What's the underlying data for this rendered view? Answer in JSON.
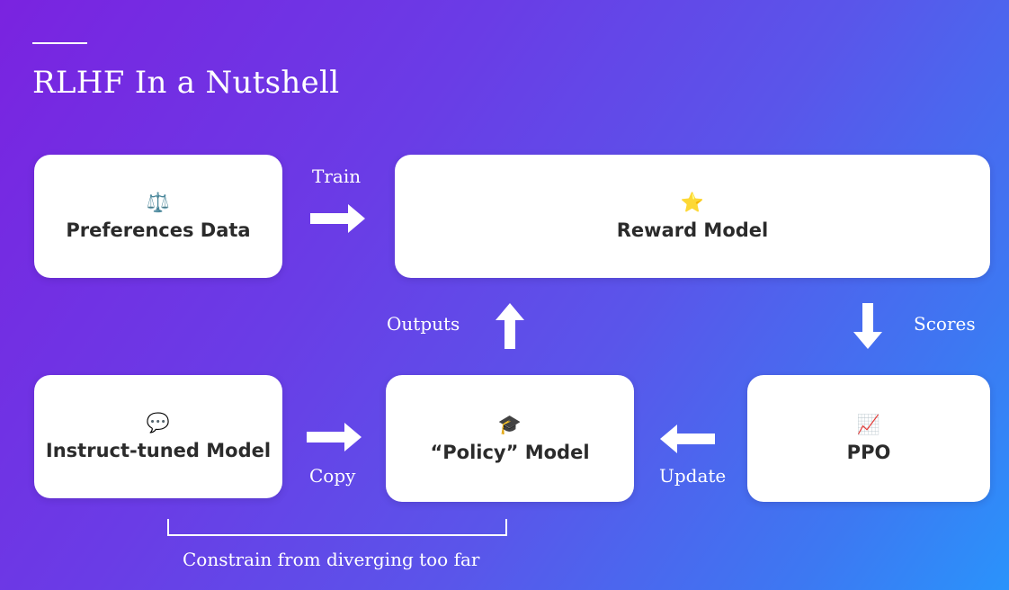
{
  "slide": {
    "title": "RLHF In a Nutshell"
  },
  "nodes": {
    "preferences": {
      "label": "Preferences Data",
      "icon": "balance-scale-icon",
      "glyph": "⚖️"
    },
    "reward": {
      "label": "Reward Model",
      "icon": "star-icon",
      "glyph": "⭐"
    },
    "instruct": {
      "label": "Instruct-tuned Model",
      "icon": "speech-bubble-icon",
      "glyph": "💬"
    },
    "policy": {
      "label": "“Policy” Model",
      "icon": "graduation-cap-icon",
      "glyph": "🎓"
    },
    "ppo": {
      "label": "PPO",
      "icon": "chart-increasing-icon",
      "glyph": "📈"
    }
  },
  "edges": {
    "train": "Train",
    "outputs": "Outputs",
    "scores": "Scores",
    "copy": "Copy",
    "update": "Update",
    "constrain": "Constrain from diverging too far"
  },
  "colors": {
    "background_start": "#7a23e0",
    "background_end": "#2a93fb",
    "box": "#ffffff",
    "box_text": "#2b2b2b",
    "slide_text": "#ffffff"
  }
}
